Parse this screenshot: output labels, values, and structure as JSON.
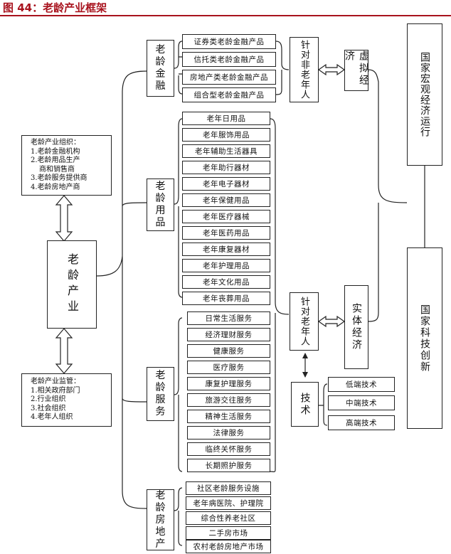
{
  "title": "图 44：老龄产业框架",
  "center": "老龄产业",
  "org": {
    "header": "老龄产业组织：",
    "lines": [
      "1.老龄金融机构",
      "2.老龄用品生产",
      "商和销售商",
      "3.老龄服务提供商",
      "4.老龄房地产商"
    ]
  },
  "reg": {
    "header": "老龄产业监管：",
    "lines": [
      "1.相关政府部门",
      "2.行业组织",
      "3.社会组织",
      "4.老年人组织"
    ]
  },
  "categories": {
    "finance": [
      "老",
      "龄",
      "金",
      "融"
    ],
    "goods": [
      "老",
      "龄",
      "用",
      "品"
    ],
    "service": [
      "老",
      "龄",
      "服",
      "务"
    ],
    "realestate": [
      "老",
      "龄",
      "房",
      "地",
      "产"
    ]
  },
  "finance_items": [
    "证券类老龄金融产品",
    "信托类老龄金融产品",
    "房地产类老龄金融产品",
    "组合型老龄金融产品"
  ],
  "goods_items": [
    "老年日用品",
    "老年服饰用品",
    "老年辅助生活器具",
    "老年助行器材",
    "老年电子器材",
    "老年保健用品",
    "老年医疗器械",
    "老年医药用品",
    "老年康复器材",
    "老年护理用品",
    "老年文化用品",
    "老年丧葬用品"
  ],
  "service_items": [
    "日常生活服务",
    "经济理财服务",
    "健康服务",
    "医疗服务",
    "康复护理服务",
    "旅游交往服务",
    "精神生活服务",
    "法律服务",
    "临终关怀服务",
    "长期照护服务"
  ],
  "realestate_items": [
    "社区老龄服务设施",
    "老年病医院、护理院",
    "综合性养老社区",
    "二手房市场",
    "农村老龄房地产市场"
  ],
  "target_non_elderly": "针对非老年人",
  "target_elderly": "针对老年人",
  "virtual_economy": "虚拟经济",
  "real_economy": "实体经济",
  "tech": "技术",
  "tech_levels": [
    "低端技术",
    "中端技术",
    "高端技术"
  ],
  "macro": "国家宏观经济运行",
  "innovation": "国家科技创新"
}
